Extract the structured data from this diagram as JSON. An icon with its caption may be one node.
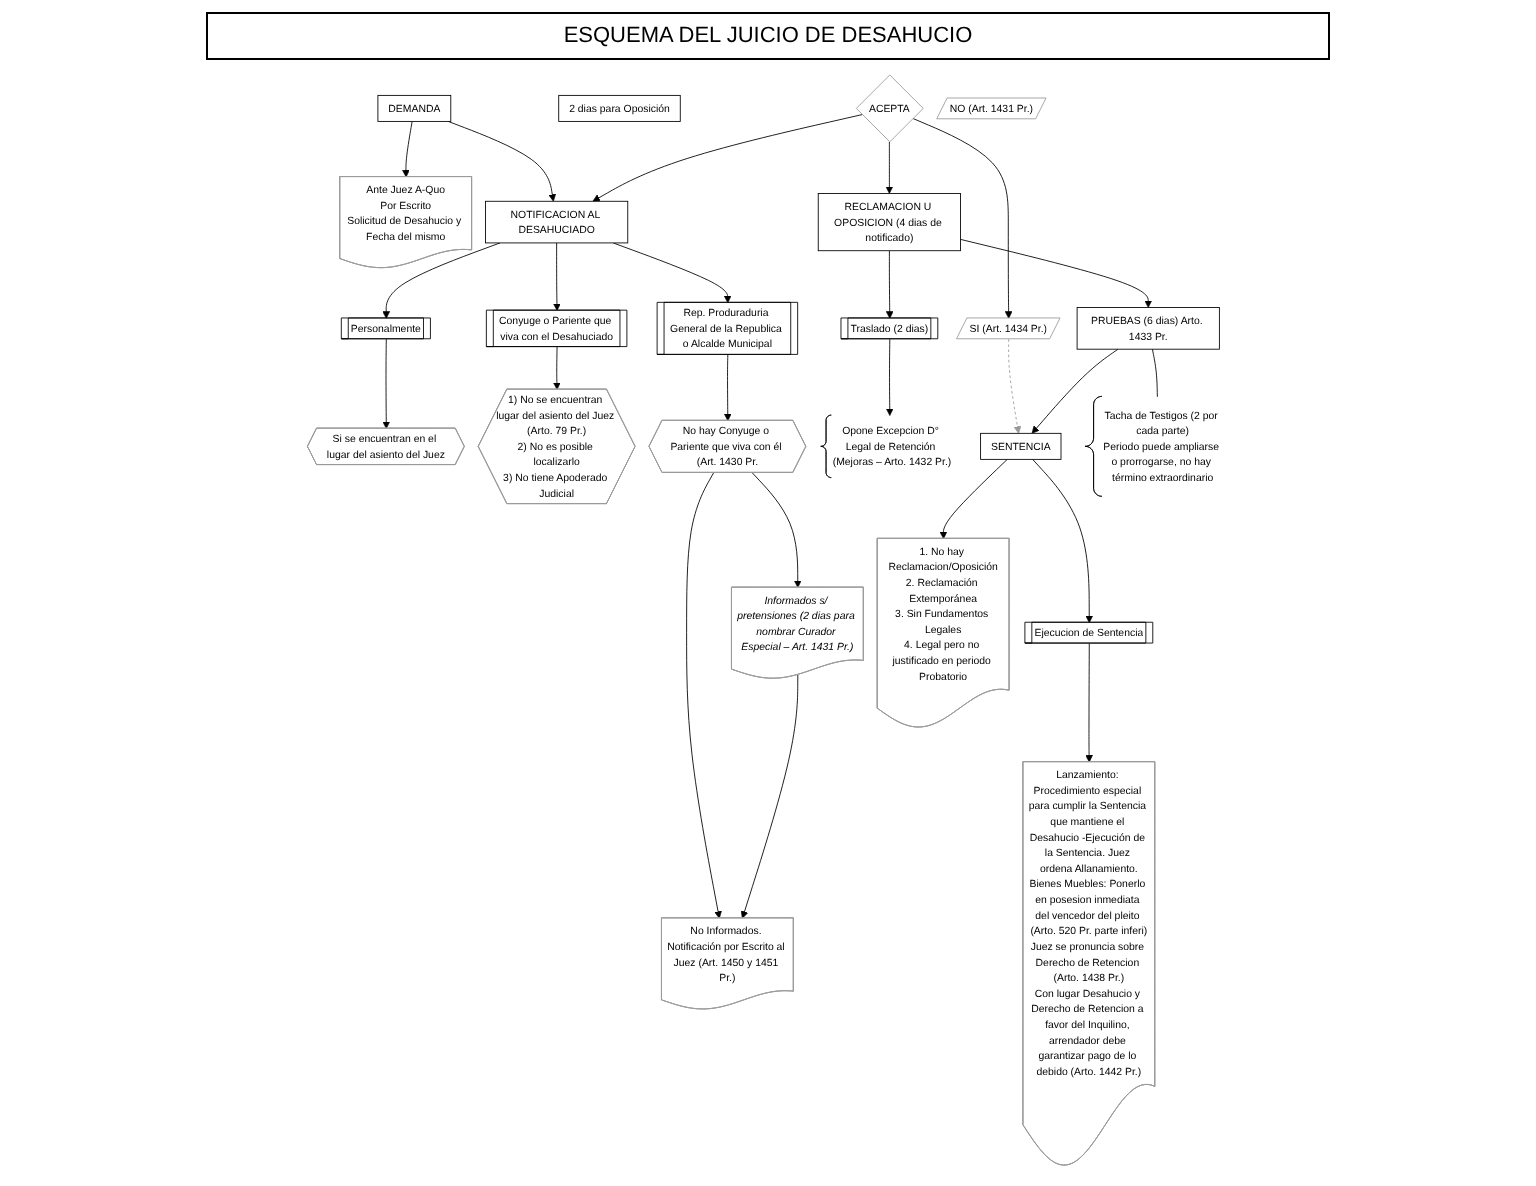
{
  "diagram": {
    "title": "ESQUEMA DEL JUICIO DE DESAHUCIO",
    "nodes": [
      {
        "text": [
          "DEMANDA"
        ]
      },
      {
        "text": [
          "NOTIFICACION AL DESAHUCIADO"
        ]
      },
      {
        "text": [
          "NO (Art. 1431 Pr.)"
        ]
      },
      {
        "text": [
          "ACEPTA"
        ]
      },
      {
        "text": [
          "SI (Art. 1434 Pr.)"
        ]
      },
      {
        "text": [
          "RECLAMACION U OPOSICION (4 dias de notificado)"
        ]
      },
      {
        "text": [
          "PRUEBAS (6 dias) Arto. 1433 Pr."
        ]
      },
      {
        "text": [
          "SENTENCIA"
        ]
      },
      {
        "text": [
          "Ante Juez A-Quo",
          "Por Escrito",
          "Solicitud de Desahucio y Fecha del mismo"
        ]
      },
      {
        "text": [
          "Personalmente"
        ]
      },
      {
        "text": [
          "Conyuge o Pariente que viva con el Desahuciado"
        ]
      },
      {
        "text": [
          "Rep. Produraduria General de la Republica o Alcalde Municipal"
        ]
      },
      {
        "text": [
          "Traslado (2 dias)"
        ]
      },
      {
        "text": [
          "1. No hay Reclamacion/Oposición",
          "2. Reclamación Extemporánea",
          "3. Sin Fundamentos Legales",
          "4. Legal pero no justificado en periodo Probatorio"
        ]
      },
      {
        "text": [
          "Opone Excepcion D° Legal de Retención (Mejoras – Arto. 1432 Pr.)"
        ]
      },
      {
        "text": [
          "Tacha de Testigos (2 por cada parte)",
          "Periodo puede ampliarse o prorrogarse, no hay término extraordinario"
        ]
      },
      {
        "text": [
          "No hay Conyuge o Pariente que viva con él (Art. 1430 Pr."
        ]
      },
      {
        "text": [
          "Si se encuentran en el lugar del asiento del Juez"
        ]
      },
      {
        "text": [
          "Informados s/ pretensiones (2 dias para nombrar Curador Especial – Art. 1431 Pr.)"
        ]
      },
      {
        "text": [
          "No Informados. Notificación por Escrito al Juez (Art. 1450 y 1451 Pr.)"
        ]
      },
      {
        "text": [
          "Ejecucion de Sentencia"
        ]
      },
      {
        "text": [
          "1) No se encuentran lugar del asiento del Juez (Arto. 79 Pr.)",
          "2) No es posible localizarlo",
          "3) No tiene Apoderado Judicial"
        ]
      },
      {
        "text": [
          "2 dias para Oposición"
        ]
      },
      {
        "text": [
          "Lanzamiento: Procedimiento especial para cumplir la Sentencia que mantiene el Desahucio -Ejecución de la Sentencia. Juez ordena Allanamiento.",
          "Bienes Muebles: Ponerlo en posesion inmediata del vencedor del pleito (Arto. 520 Pr. parte inferi)",
          "Juez se pronuncia sobre Derecho de Retencion (Arto. 1438 Pr.)",
          "Con lugar Desahucio y Derecho de Retencion a favor del Inquilino, arrendador debe garantizar pago de lo debido (Arto. 1442 Pr.)"
        ]
      }
    ],
    "edges": [
      {
        "from": 0,
        "to": 1,
        "arrow": "to"
      },
      {
        "from": 3,
        "to": 1,
        "arrow": "to"
      },
      {
        "from": 3,
        "to": 5,
        "arrow": "to"
      },
      {
        "from": 3,
        "to": 4,
        "arrow": "to"
      },
      {
        "from": 4,
        "to": 7,
        "arrow": "to",
        "style": "dashed",
        "color": "#999999"
      },
      {
        "from": 5,
        "to": 6,
        "arrow": "to"
      },
      {
        "from": 6,
        "to": 7,
        "arrow": "to"
      },
      {
        "from": 0,
        "to": 8,
        "arrow": "to"
      },
      {
        "from": 1,
        "to": 9,
        "arrow": "to"
      },
      {
        "from": 1,
        "to": 10,
        "arrow": "to"
      },
      {
        "from": 1,
        "to": 11,
        "arrow": "to"
      },
      {
        "from": 5,
        "to": 12,
        "arrow": "to"
      },
      {
        "from": 12,
        "to": 14,
        "arrow": "to"
      },
      {
        "from": 6,
        "to": 15,
        "arrow": "none"
      },
      {
        "from": 7,
        "to": 13,
        "arrow": "to"
      },
      {
        "from": 7,
        "to": 20,
        "arrow": "to"
      },
      {
        "from": 9,
        "to": 17,
        "arrow": "to"
      },
      {
        "from": 10,
        "to": 21,
        "arrow": "to"
      },
      {
        "from": 11,
        "to": 16,
        "arrow": "to"
      },
      {
        "from": 16,
        "to": 18,
        "arrow": "to"
      },
      {
        "from": 16,
        "to": 19,
        "arrow": "to"
      },
      {
        "from": 18,
        "to": 19,
        "arrow": "to"
      },
      {
        "from": 20,
        "to": 23,
        "arrow": "to"
      }
    ]
  }
}
